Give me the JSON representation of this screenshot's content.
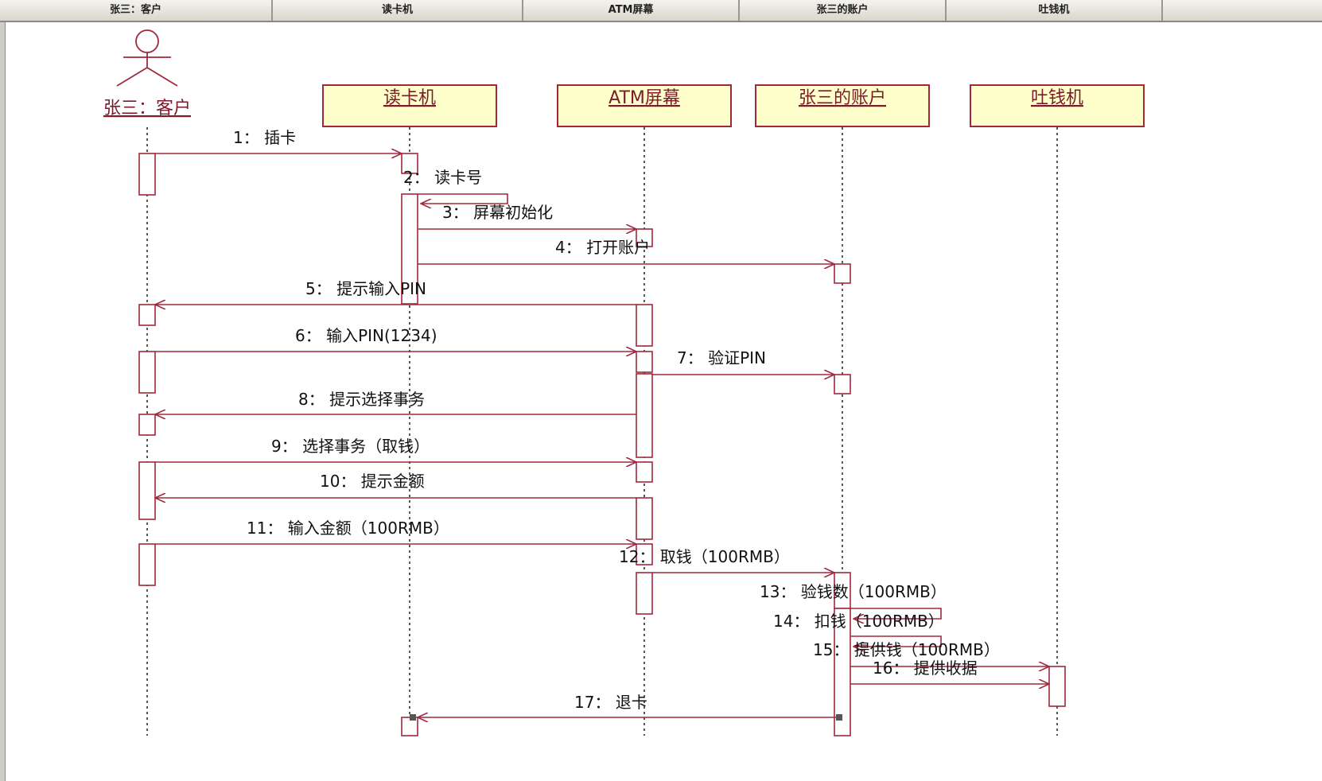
{
  "header": {
    "columns": [
      "张三：客户",
      "读卡机",
      "ATM屏幕",
      "张三的账户",
      "吐钱机"
    ]
  },
  "diagram": {
    "actor": {
      "label": "张三：客户"
    },
    "objects": [
      {
        "id": "reader",
        "label": "读卡机"
      },
      {
        "id": "screen",
        "label": "ATM屏幕"
      },
      {
        "id": "account",
        "label": "张三的账户"
      },
      {
        "id": "dispenser",
        "label": "吐钱机"
      }
    ],
    "messages": [
      {
        "label": "1：  插卡",
        "from": "actor",
        "to": "reader"
      },
      {
        "label": "2：  读卡号",
        "from": "reader",
        "to": "reader"
      },
      {
        "label": "3：  屏幕初始化",
        "from": "reader",
        "to": "screen"
      },
      {
        "label": "4：  打开账户",
        "from": "reader",
        "to": "account"
      },
      {
        "label": "5：  提示输入PIN",
        "from": "screen",
        "to": "actor"
      },
      {
        "label": "6：  输入PIN(1234)",
        "from": "actor",
        "to": "screen"
      },
      {
        "label": "7：  验证PIN",
        "from": "screen",
        "to": "account"
      },
      {
        "label": "8：  提示选择事务",
        "from": "screen",
        "to": "actor"
      },
      {
        "label": "9：  选择事务（取钱）",
        "from": "actor",
        "to": "screen"
      },
      {
        "label": "10：  提示金额",
        "from": "screen",
        "to": "actor"
      },
      {
        "label": "11：  输入金额（100RMB）",
        "from": "actor",
        "to": "screen"
      },
      {
        "label": "12：  取钱（100RMB）",
        "from": "screen",
        "to": "account"
      },
      {
        "label": "13：  验钱数（100RMB）",
        "from": "account",
        "to": "account"
      },
      {
        "label": "14：  扣钱（100RMB）",
        "from": "account",
        "to": "account"
      },
      {
        "label": "15：  提供钱（100RMB）",
        "from": "account",
        "to": "dispenser"
      },
      {
        "label": "16：  提供收据",
        "from": "account",
        "to": "dispenser"
      },
      {
        "label": "17：  退卡",
        "from": "account",
        "to": "reader"
      }
    ]
  },
  "colors": {
    "line": "#a0283c",
    "object_fill": "#ffffcc",
    "header_bg": "#e4e2da"
  }
}
